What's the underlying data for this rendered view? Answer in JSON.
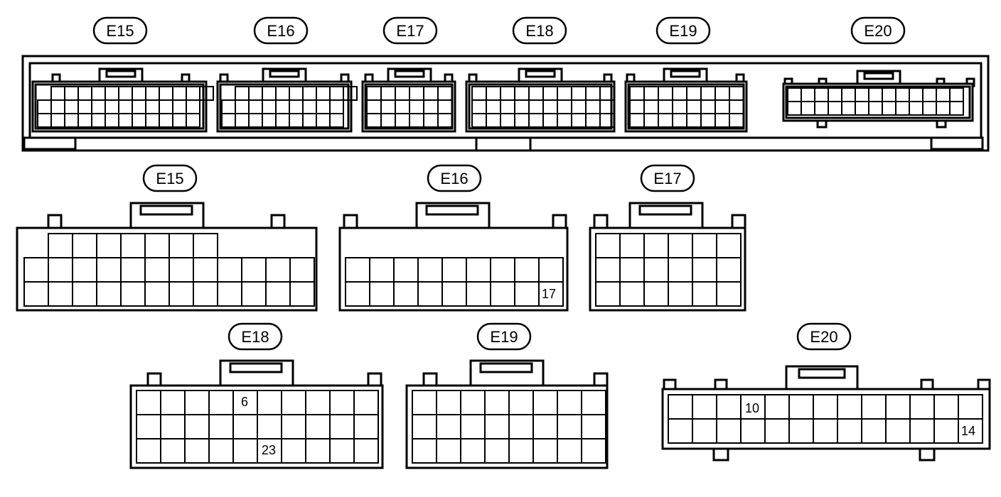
{
  "diagram": {
    "ecu_labels": [
      "E15",
      "E16",
      "E17",
      "E18",
      "E19",
      "E20"
    ],
    "connectors": [
      {
        "id": "E15",
        "label": "E15",
        "pins": []
      },
      {
        "id": "E16",
        "label": "E16",
        "pins": [
          "17"
        ]
      },
      {
        "id": "E17",
        "label": "E17",
        "pins": []
      },
      {
        "id": "E18",
        "label": "E18",
        "pins": [
          "6",
          "23"
        ]
      },
      {
        "id": "E19",
        "label": "E19",
        "pins": []
      },
      {
        "id": "E20",
        "label": "E20",
        "pins": [
          "10",
          "14"
        ]
      }
    ]
  }
}
